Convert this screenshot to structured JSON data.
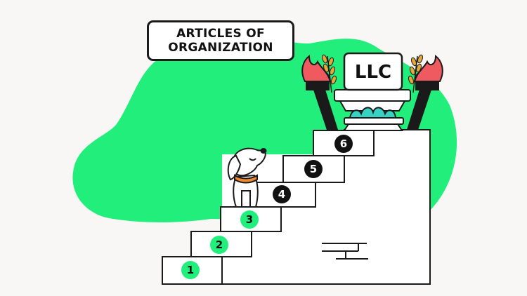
{
  "title": {
    "line1": "ARTICLES OF",
    "line2": "ORGANIZATION"
  },
  "sign": {
    "text": "LLC"
  },
  "steps": [
    {
      "label": "1",
      "style": "green"
    },
    {
      "label": "2",
      "style": "green"
    },
    {
      "label": "3",
      "style": "green"
    },
    {
      "label": "4",
      "style": "black"
    },
    {
      "label": "5",
      "style": "black"
    },
    {
      "label": "6",
      "style": "black"
    }
  ],
  "colors": {
    "background": "#f8f7f5",
    "blob": "#22ef7b",
    "outline": "#1a1a1a",
    "flame": "#ee5a5f",
    "wheat": "#e4a93a",
    "lotus": "#36d2c4",
    "collar": "#f08a2a"
  },
  "icons": [
    "dog-illustration",
    "torch-icon",
    "wheat-icon",
    "pedestal-icon"
  ]
}
